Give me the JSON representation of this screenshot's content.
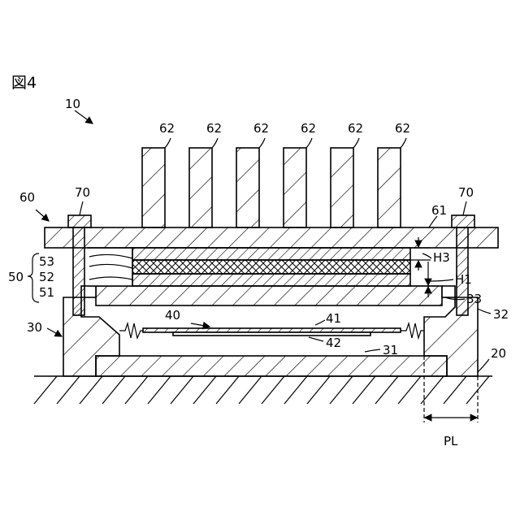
{
  "figure": {
    "number": "図4"
  },
  "labels": {
    "device": "10",
    "fins": [
      "62",
      "62",
      "62",
      "62",
      "62",
      "62"
    ],
    "heat_sink": "60",
    "heat_sink_base": "61",
    "fastener_left": "70",
    "fastener_right": "70",
    "layer_53": "53",
    "layer_52": "52",
    "layer_51": "51",
    "stack_group": "50",
    "housing": "30",
    "module": "40",
    "chip_41": "41",
    "chip_42": "42",
    "housing_floor": "31",
    "housing_wall": "32",
    "housing_step": "33",
    "board": "20",
    "gap_h3": "H3",
    "gap_h1": "H1",
    "pitch": "PL"
  },
  "colors": {
    "line": "#000000",
    "background": "#ffffff"
  }
}
